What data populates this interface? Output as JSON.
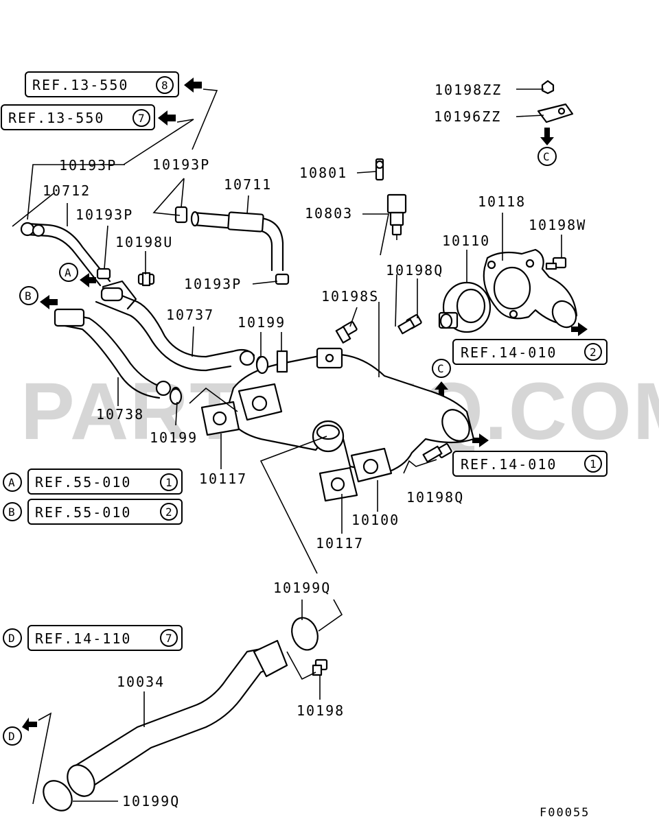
{
  "watermark": "PARTSOUQ.COM",
  "figure_code": "F00055",
  "refs": {
    "r13_550_8": {
      "text": "REF.13-550",
      "num": "8"
    },
    "r13_550_7": {
      "text": "REF.13-550",
      "num": "7"
    },
    "r14_010_2": {
      "text": "REF.14-010",
      "num": "2"
    },
    "r14_010_1": {
      "text": "REF.14-010",
      "num": "1"
    },
    "r55_010_1": {
      "text": "REF.55-010",
      "num": "1"
    },
    "r55_010_2": {
      "text": "REF.55-010",
      "num": "2"
    },
    "r14_110_7": {
      "text": "REF.14-110",
      "num": "7"
    }
  },
  "markers": {
    "a": "A",
    "b": "B",
    "c": "C",
    "d": "D"
  },
  "parts": {
    "p10198ZZ": "10198ZZ",
    "p10196ZZ": "10196ZZ",
    "p10193P_top": "10193P",
    "p10193P_mid": "10193P",
    "p10193P_left": "10193P",
    "p10193P_low": "10193P",
    "p10712": "10712",
    "p10711": "10711",
    "p10801": "10801",
    "p10803": "10803",
    "p10118": "10118",
    "p10198W": "10198W",
    "p10110": "10110",
    "p10198U": "10198U",
    "p10198Q_top": "10198Q",
    "p10198S": "10198S",
    "p10737": "10737",
    "p10199_top": "10199",
    "p10738": "10738",
    "p10199_low": "10199",
    "p10117_left": "10117",
    "p10198Q_right": "10198Q",
    "p10100": "10100",
    "p10117_low": "10117",
    "p10199Q_top": "10199Q",
    "p10034": "10034",
    "p10198": "10198",
    "p10199Q_bottom": "10199Q"
  }
}
